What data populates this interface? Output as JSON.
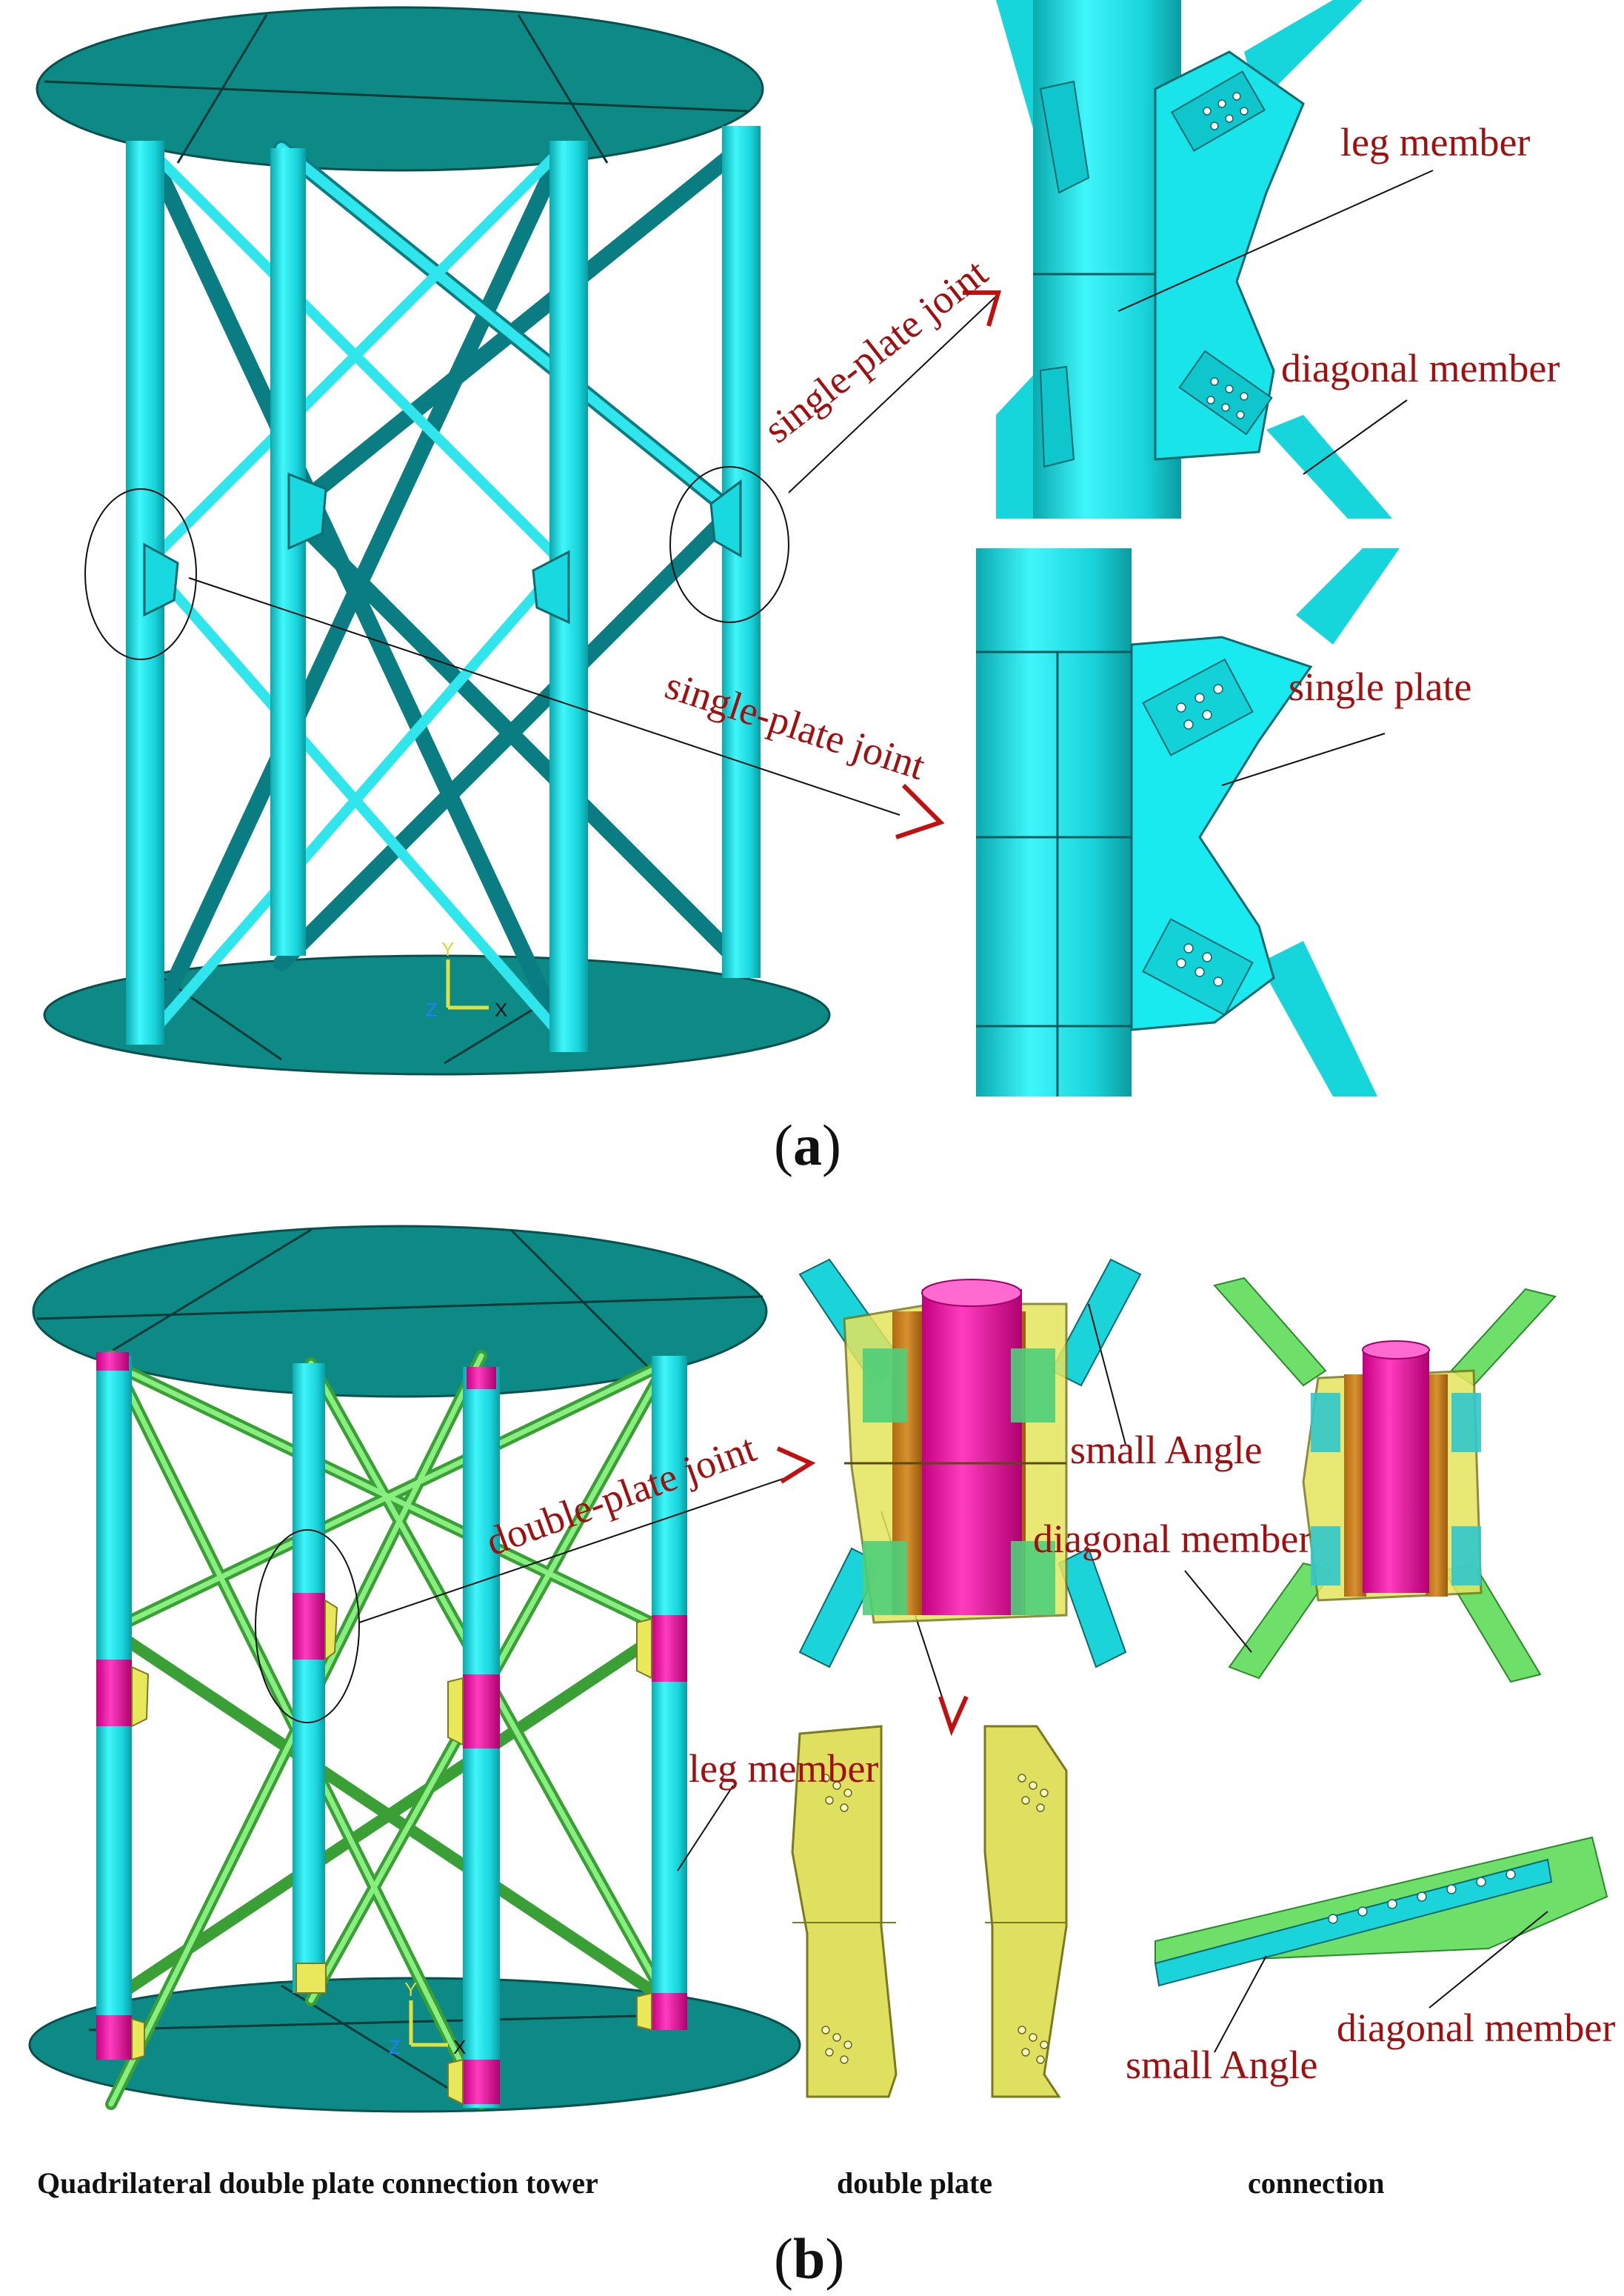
{
  "colors": {
    "disc": "#0e8a86",
    "leg_cyan": "#16e6ec",
    "diagonal_green": "#6ee06a",
    "plate_yellow": "#e0e060",
    "plate_brown": "#c07a1a",
    "tube_magenta": "#ff1ab0",
    "label_red": "#a01010"
  },
  "panel_a": {
    "label_open": "(",
    "label_letter": "a",
    "label_close": ")",
    "callout_top": "single-plate joint",
    "callout_bottom": "single-plate joint",
    "detail_top": {
      "leg_member": "leg member",
      "diagonal_member": "diagonal member"
    },
    "detail_bottom": {
      "single_plate": "single plate"
    },
    "axes": {
      "y": "Y",
      "z": "Z",
      "x": "X"
    }
  },
  "panel_b": {
    "label_open": "(",
    "label_letter": "b",
    "label_close": ")",
    "callout": "double-plate  joint",
    "labels": {
      "small_angle_top": "small Angle",
      "diagonal_member_top": "diagonal member",
      "leg_member": "leg member",
      "small_angle_bottom": "small Angle",
      "diagonal_member_bottom": "diagonal member"
    },
    "captions": {
      "tower": "Quadrilateral double plate connection tower",
      "plate": "double plate",
      "connection": "connection"
    },
    "axes": {
      "y": "Y",
      "z": "Z",
      "x": "X"
    }
  }
}
